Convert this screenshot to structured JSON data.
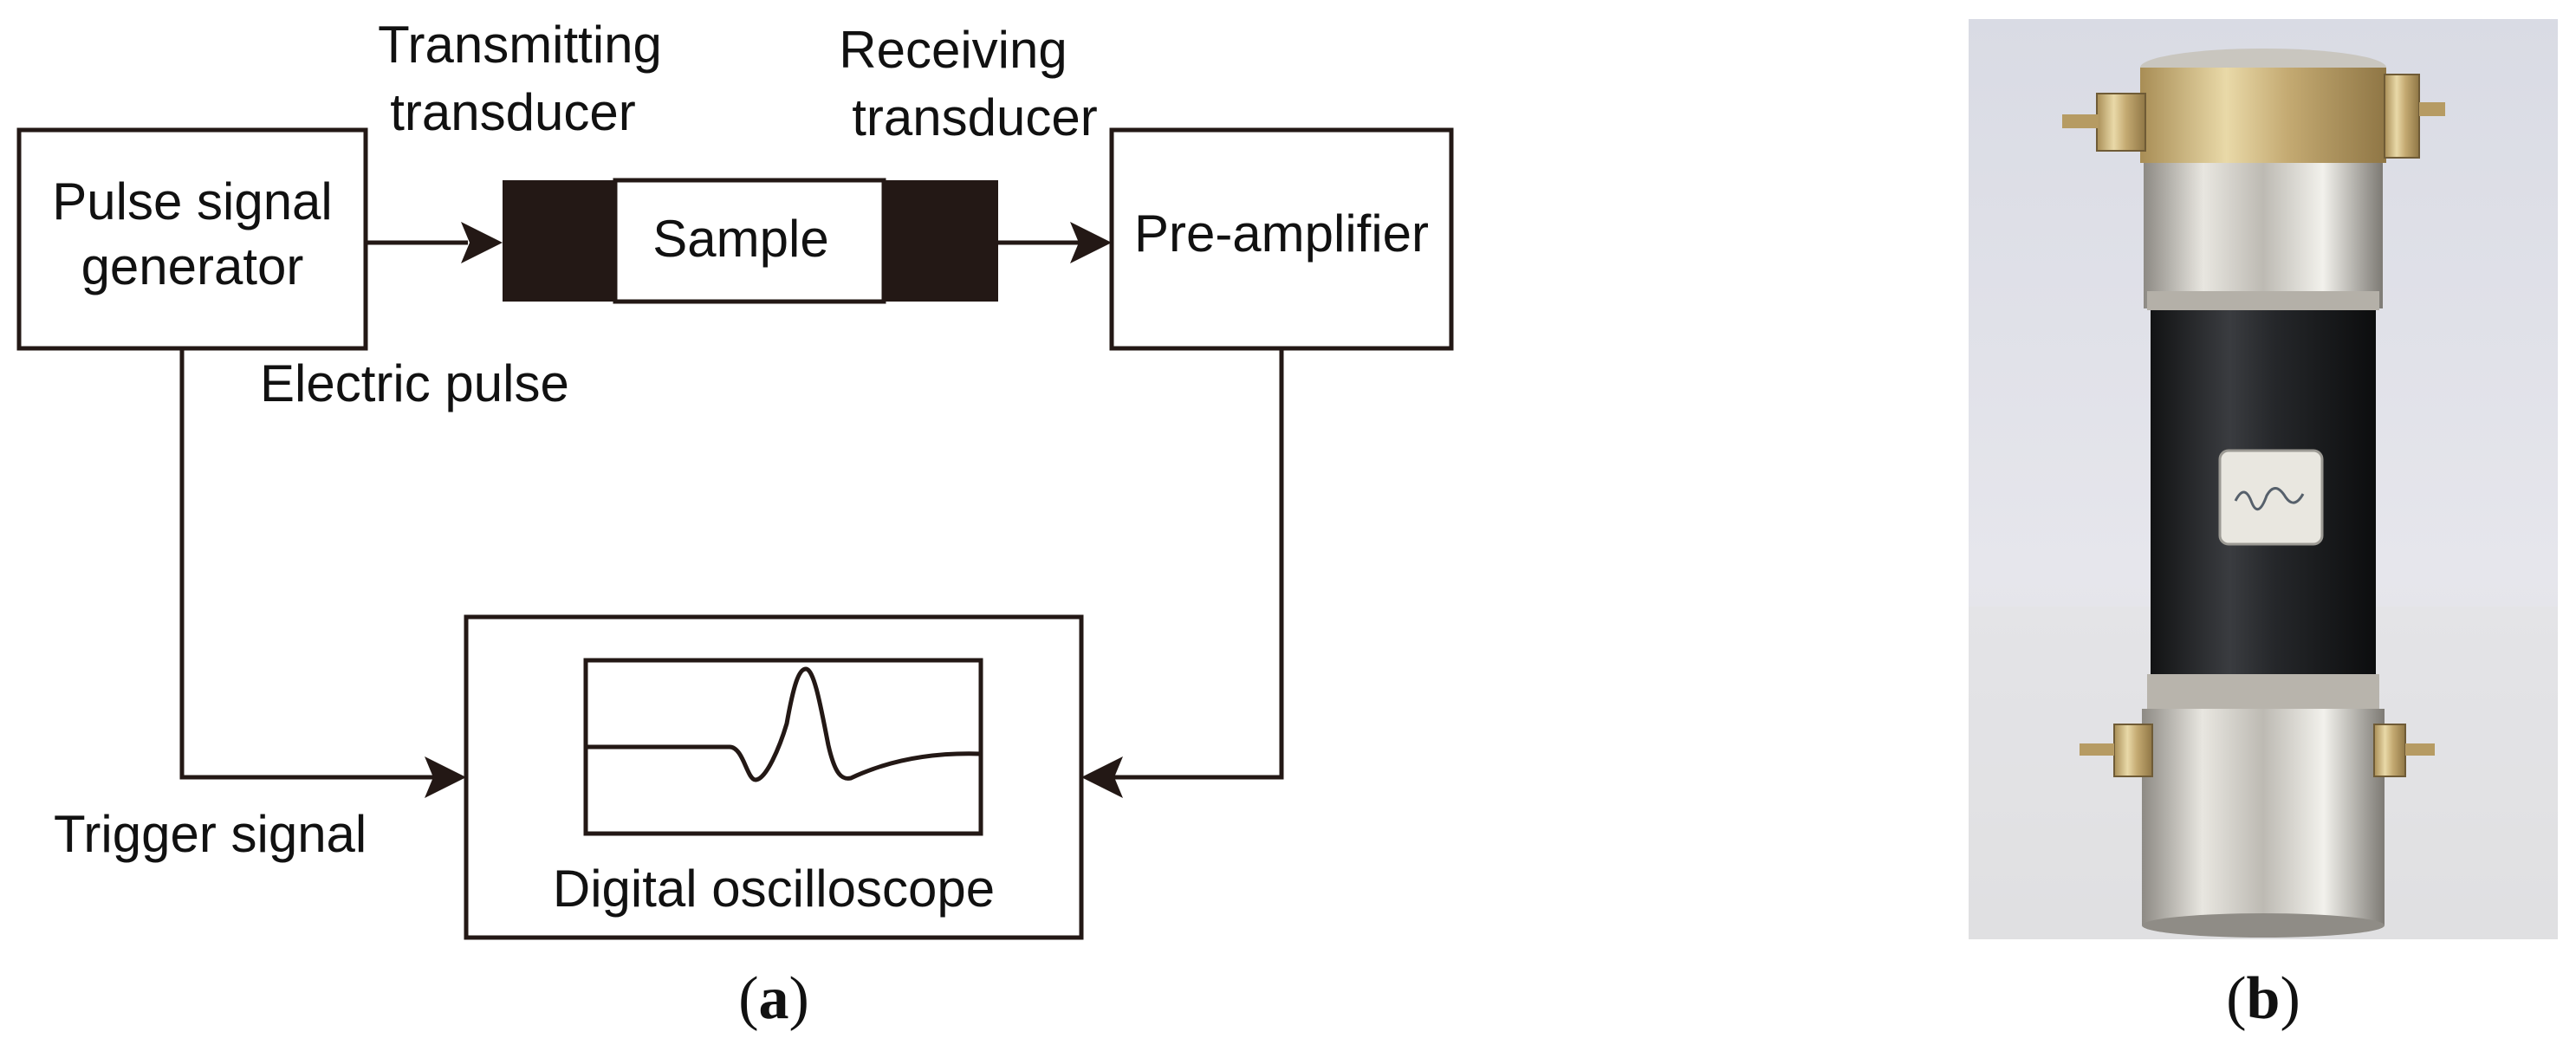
{
  "panel_a": {
    "blocks": {
      "generator_line1": "Pulse signal",
      "generator_line2": "generator",
      "preamp": "Pre-amplifier",
      "sample": "Sample",
      "oscilloscope": "Digital oscilloscope"
    },
    "labels": {
      "tx_line1": "Transmitting",
      "tx_line2": "transducer",
      "rx_line1": "Receiving",
      "rx_line2": "transducer",
      "electric_pulse": "Electric pulse",
      "trigger_signal": "Trigger signal"
    },
    "caption_open": "(",
    "caption_letter": "a",
    "caption_close": ")"
  },
  "panel_b": {
    "caption_open": "(",
    "caption_letter": "b",
    "caption_close": ")"
  },
  "colors": {
    "line": "#231815",
    "transducer": "#231815",
    "background": "#ffffff"
  }
}
